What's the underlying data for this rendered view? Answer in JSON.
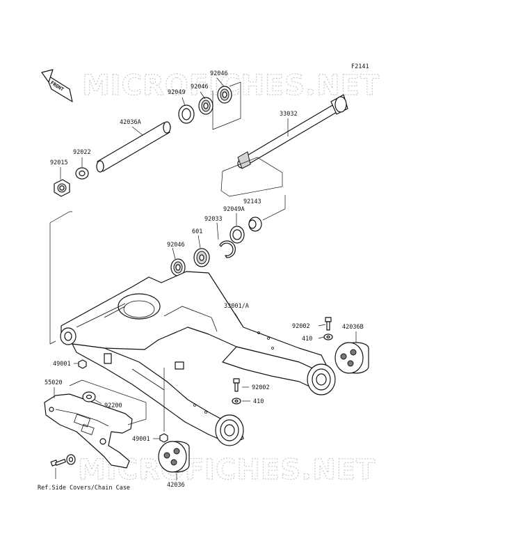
{
  "diagram": {
    "figure_code": "F2141",
    "watermark": "MICROFICHES.NET",
    "front_marker": "FRONT",
    "ref_note": "Ref.Side Covers/Chain Case",
    "part_labels": {
      "p92046_a": "92046",
      "p92046_b": "92046",
      "p92049": "92049",
      "p42036A": "42036A",
      "p33032": "33032",
      "p92022": "92022",
      "p92015": "92015",
      "p92143": "92143",
      "p92049A": "92049A",
      "p92033": "92033",
      "p601": "601",
      "p92046_c": "92046",
      "p33001A": "33001/A",
      "p92002_a": "92002",
      "p410_a": "410",
      "p42036B": "42036B",
      "p49001_a": "49001",
      "p55020": "55020",
      "p92200": "92200",
      "p92002_b": "92002",
      "p410_b": "410",
      "p49001_b": "49001",
      "p42036": "42036"
    }
  }
}
